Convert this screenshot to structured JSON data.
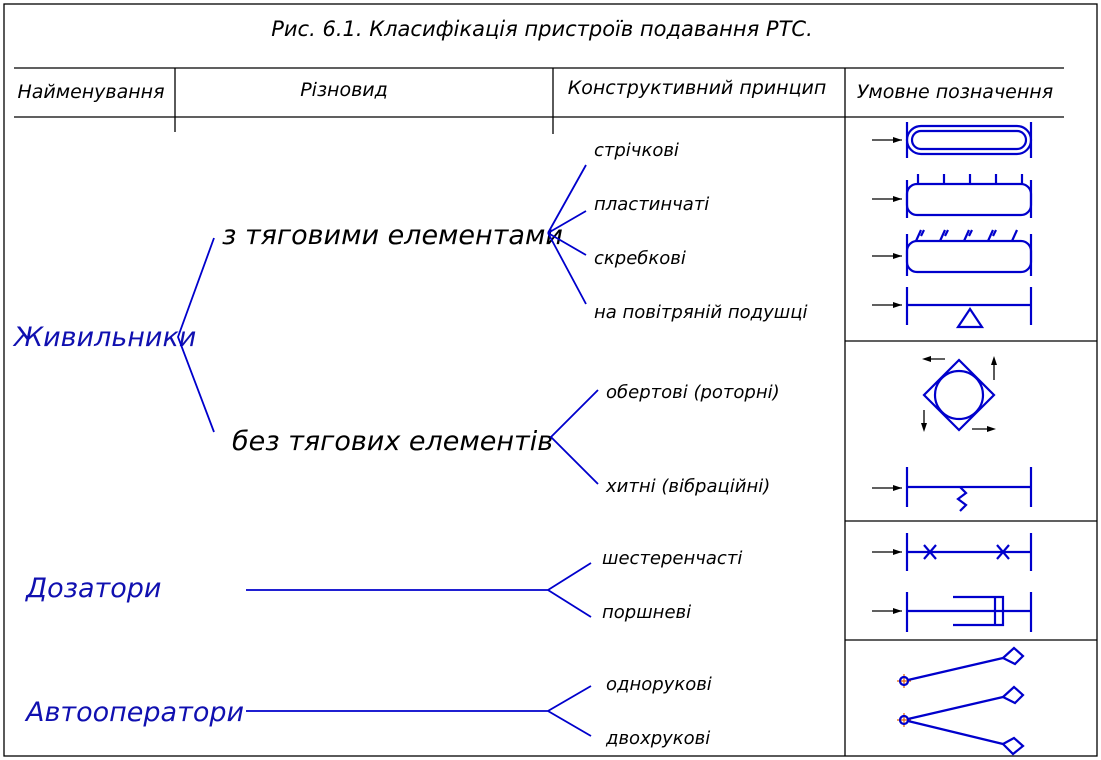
{
  "title": "Рис. 6.1. Класифікація пристроїв подавання РТС.",
  "headers": {
    "name": "Найменування",
    "variety": "Різновид",
    "principle": "Конструктивний принцип",
    "symbol": "Умовне позначення"
  },
  "groups": {
    "feeders": "Живильники",
    "dosers": "Дозатори",
    "autooperators": "Автооператори"
  },
  "varieties": {
    "with_traction": "з тяговими елементами",
    "without_traction": "без тягових елементів"
  },
  "principles": {
    "belt": "стрічкові",
    "plate": "пластинчаті",
    "scraper": "скребкові",
    "air_cushion": "на повітряній подушці",
    "rotary": "обертові  (роторні)",
    "vibrating": "хитні   (вібраційні)",
    "gear": "шестеренчасті",
    "piston": "поршневі",
    "one_arm": "однорукові",
    "two_arm": "двохрукові"
  },
  "colors": {
    "line": "#000000",
    "diagram_blue": "#0000cc",
    "text_blue": "#1010b0",
    "pivot_mark": "#e06000"
  }
}
